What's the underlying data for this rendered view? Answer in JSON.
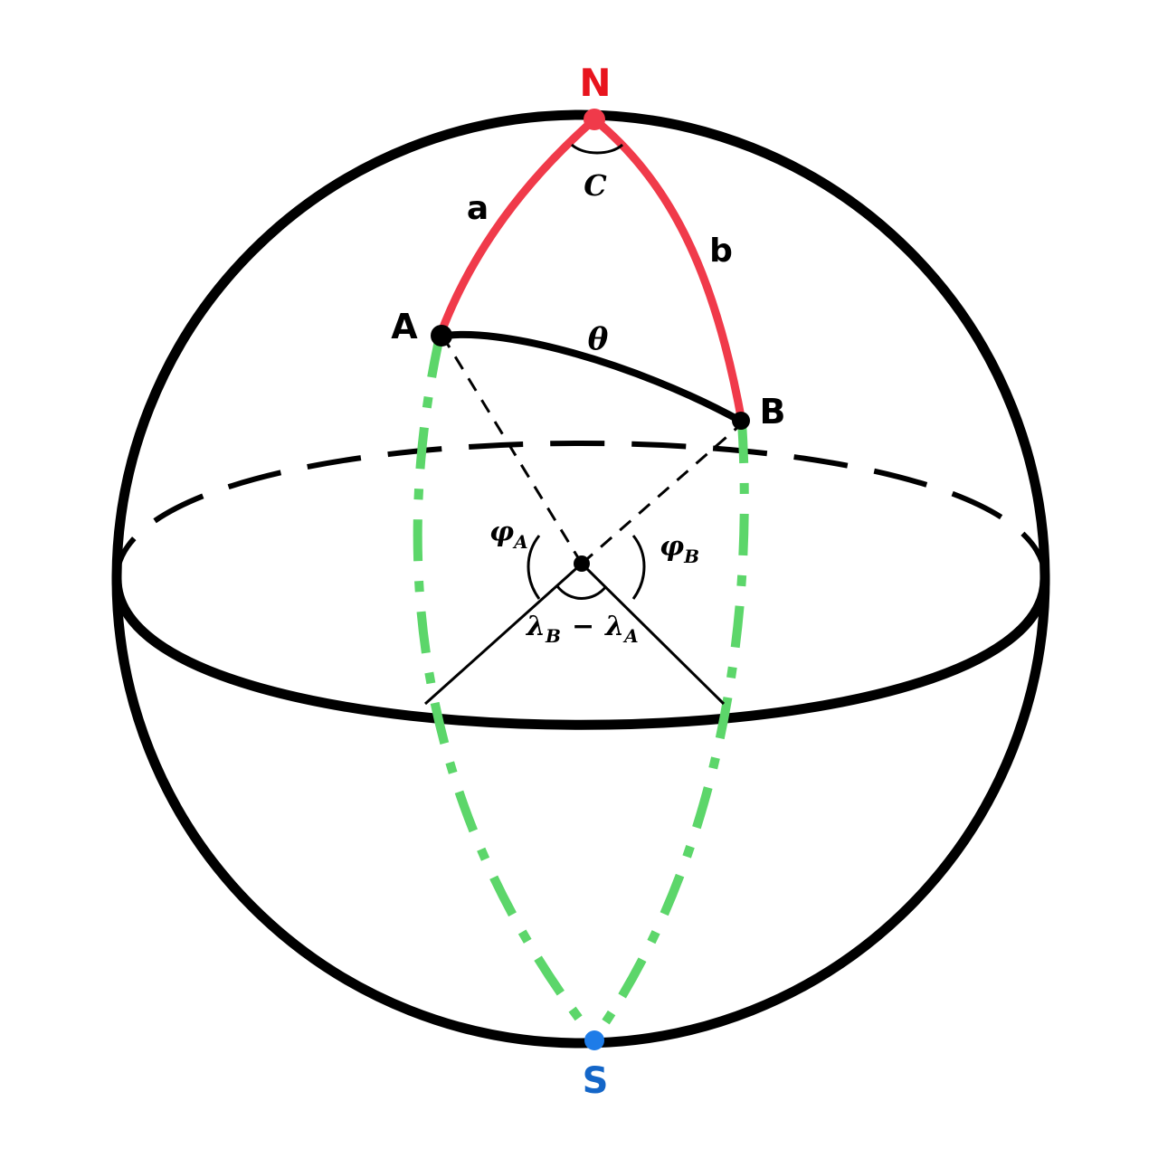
{
  "labels": {
    "north": "N",
    "south": "S",
    "point_a": "A",
    "point_b": "B",
    "side_a": "a",
    "side_b": "b",
    "angle_c": "C",
    "theta": "θ",
    "phi_a_base": "φ",
    "phi_a_sub": "A",
    "phi_b_base": "φ",
    "phi_b_sub": "B",
    "lambda_1_base": "λ",
    "lambda_1_sub": "B",
    "minus": "−",
    "lambda_2_base": "λ",
    "lambda_2_sub": "A"
  },
  "colors": {
    "outline": "#000000",
    "pole_arcs": "#f03a4a",
    "north_label": "#e8141e",
    "meridians": "#5cd66a",
    "south_pole": "#1e7ce8",
    "south_label": "#1466c8"
  }
}
